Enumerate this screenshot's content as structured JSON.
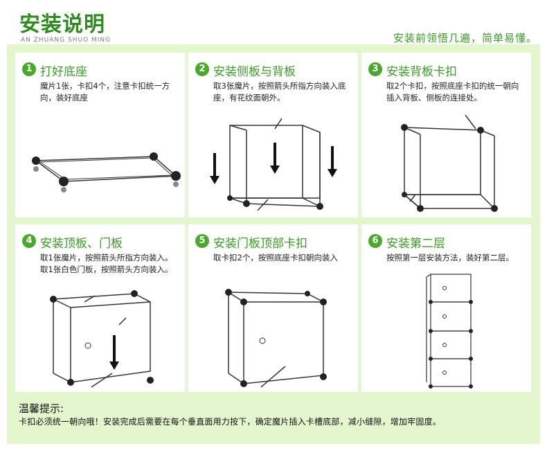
{
  "header": {
    "title": "安装说明",
    "subtitle": "AN ZHUANG SHUO MING",
    "slogan": "安装前领悟几遍，简单易懂。"
  },
  "steps": [
    {
      "num": "1",
      "title": "打好底座",
      "desc": "魔片1张，卡扣4个，注意卡扣统一方向，装好底座"
    },
    {
      "num": "2",
      "title": "安装侧板与背板",
      "desc": "取3张魔片，按照箭头所指方向装入底座，有花纹面朝外。"
    },
    {
      "num": "3",
      "title": "安装背板卡扣",
      "desc": "取2个卡扣，按照底座卡扣的统一朝向插入背板、侧板的连接处。"
    },
    {
      "num": "4",
      "title": "安装顶板、门板",
      "desc": "取1张魔片，按照箭头所指方向装入。取1张白色门板，按照箭头方向装入。"
    },
    {
      "num": "5",
      "title": "安装门板顶部卡扣",
      "desc": "取卡扣2个，按照底座卡扣朝向装入"
    },
    {
      "num": "6",
      "title": "安装第二层",
      "desc": "按照第一层安装方法，装好第二层。"
    }
  ],
  "tips": {
    "title": "温馨提示:",
    "text": "卡扣必须统一朝向哦！安装完成后需要在每个垂直面用力按下，确定魔片插入卡槽底部，减小缝隙，增加牢固度。"
  }
}
